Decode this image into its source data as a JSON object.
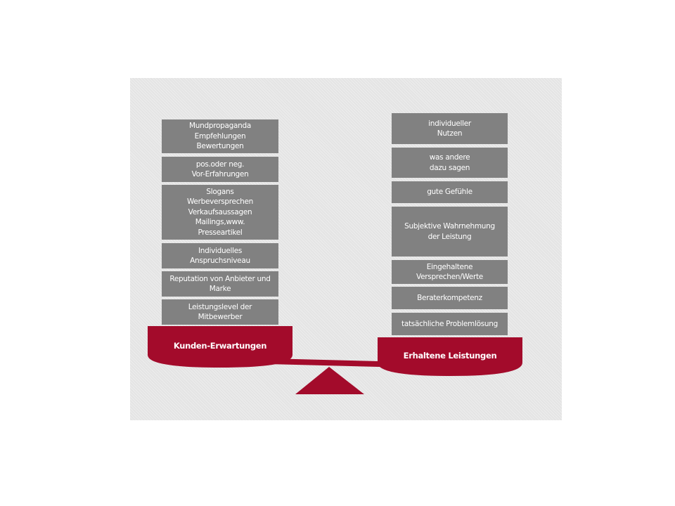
{
  "colors": {
    "panel_bg": "#e4e4e4",
    "box": "#818181",
    "box_text": "#ffffff",
    "scale": "#a30b2b"
  },
  "left": {
    "title": "Kunden-Erwartungen",
    "boxes": [
      {
        "lines": [
          "Mundpropaganda",
          "Empfehlungen",
          "Bewertungen"
        ]
      },
      {
        "lines": [
          "pos.oder neg.",
          "Vor-Erfahrungen"
        ]
      },
      {
        "lines": [
          "Slogans",
          "Werbeversprechen",
          "Verkaufsaussagen",
          "Mailings,www.",
          "Presseartikel"
        ]
      },
      {
        "lines": [
          "Individuelles",
          "Anspruchsniveau"
        ]
      },
      {
        "lines": [
          "Reputation von Anbieter und",
          "Marke"
        ]
      },
      {
        "lines": [
          "Leistungslevel der",
          "Mitbewerber"
        ]
      }
    ]
  },
  "right": {
    "title": "Erhaltene Leistungen",
    "boxes": [
      {
        "lines": [
          "individueller",
          "Nutzen"
        ]
      },
      {
        "lines": [
          "was andere",
          "dazu sagen"
        ]
      },
      {
        "lines": [
          "gute Gefühle"
        ]
      },
      {
        "lines": [
          "Subjektive Wahrnehmung",
          "der Leistung"
        ]
      },
      {
        "lines": [
          "Eingehaltene",
          "Versprechen/Werte"
        ]
      },
      {
        "lines": [
          "Beraterkompetenz"
        ]
      },
      {
        "lines": [
          "tatsächliche Problemlösung"
        ]
      }
    ]
  }
}
